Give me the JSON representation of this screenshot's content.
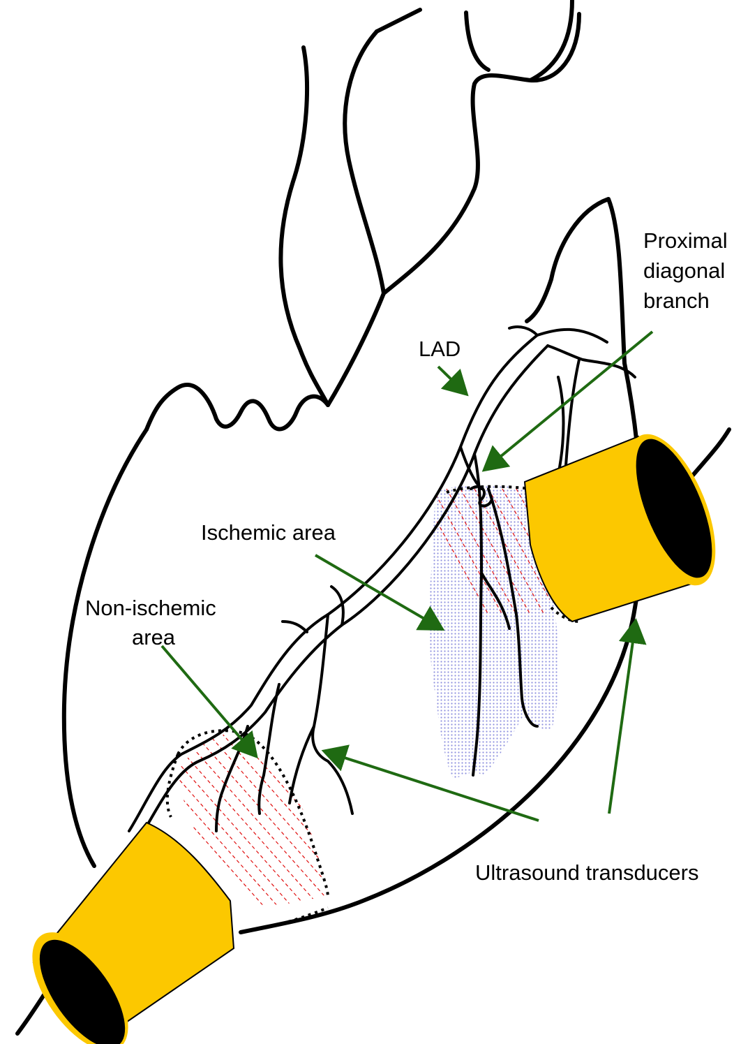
{
  "labels": {
    "proximal_diagonal": [
      "Proximal",
      "diagonal",
      "branch"
    ],
    "lad": "LAD",
    "ischemic": "Ischemic area",
    "non_ischemic": [
      "Non-ischemic",
      "area"
    ],
    "transducers": "Ultrasound transducers"
  },
  "colors": {
    "outline": "#000000",
    "arrow": "#1f6a12",
    "transducer_body": "#fcc800",
    "transducer_face": "#000000",
    "ischemic_fill": "#a9acea",
    "hatch": "#e01010"
  },
  "icons": {
    "transducer": "ultrasound-transducer-icon",
    "arrow": "arrow-icon"
  }
}
